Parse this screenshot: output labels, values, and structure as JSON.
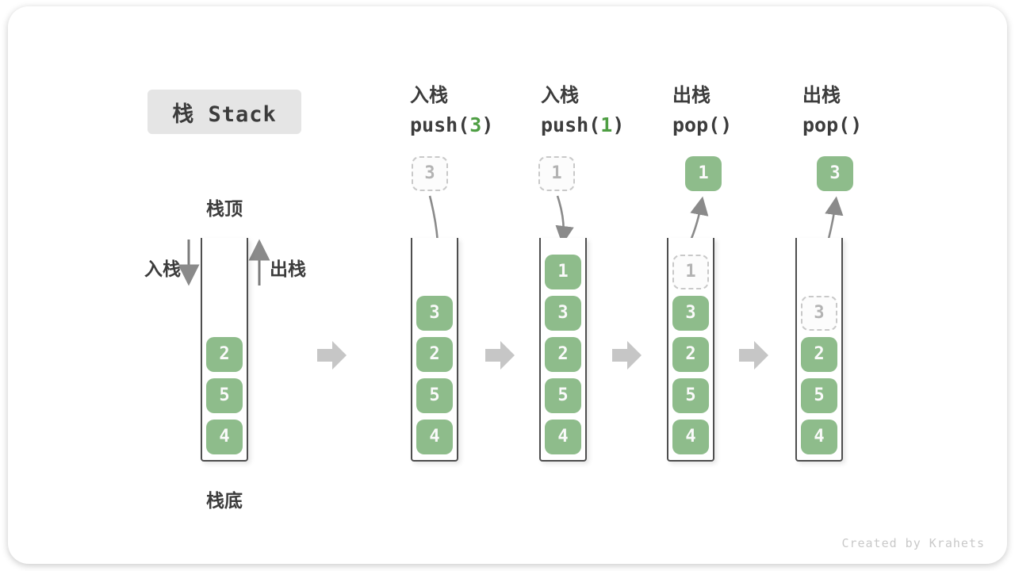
{
  "title": "栈 Stack",
  "labels": {
    "top": "栈顶",
    "bottom": "栈底",
    "push": "入栈",
    "pop": "出栈"
  },
  "watermark": "Created by Krahets",
  "colors": {
    "green": "#8ebc8b",
    "code-green": "#4e9e43",
    "thin-arrow": "#8a8a8a",
    "block-arrow": "#c6c6c6"
  },
  "stages": [
    {
      "items": [
        {
          "v": "2",
          "t": "solid"
        },
        {
          "v": "5",
          "t": "solid"
        },
        {
          "v": "4",
          "t": "solid"
        }
      ]
    },
    {
      "op": "入栈",
      "code": [
        "push(",
        "3",
        ")"
      ],
      "floating": {
        "v": "3",
        "t": "ghost"
      },
      "items": [
        {
          "v": "3",
          "t": "solid"
        },
        {
          "v": "2",
          "t": "solid"
        },
        {
          "v": "5",
          "t": "solid"
        },
        {
          "v": "4",
          "t": "solid"
        }
      ]
    },
    {
      "op": "入栈",
      "code": [
        "push(",
        "1",
        ")"
      ],
      "floating": {
        "v": "1",
        "t": "ghost"
      },
      "items": [
        {
          "v": "1",
          "t": "solid"
        },
        {
          "v": "3",
          "t": "solid"
        },
        {
          "v": "2",
          "t": "solid"
        },
        {
          "v": "5",
          "t": "solid"
        },
        {
          "v": "4",
          "t": "solid"
        }
      ]
    },
    {
      "op": "出栈",
      "code": [
        "pop(",
        "",
        ")"
      ],
      "floating": {
        "v": "1",
        "t": "solid"
      },
      "items": [
        {
          "v": "1",
          "t": "ghost"
        },
        {
          "v": "3",
          "t": "solid"
        },
        {
          "v": "2",
          "t": "solid"
        },
        {
          "v": "5",
          "t": "solid"
        },
        {
          "v": "4",
          "t": "solid"
        }
      ]
    },
    {
      "op": "出栈",
      "code": [
        "pop(",
        "",
        ")"
      ],
      "floating": {
        "v": "3",
        "t": "solid"
      },
      "items": [
        {
          "v": "3",
          "t": "ghost"
        },
        {
          "v": "2",
          "t": "solid"
        },
        {
          "v": "5",
          "t": "solid"
        },
        {
          "v": "4",
          "t": "solid"
        }
      ]
    }
  ]
}
